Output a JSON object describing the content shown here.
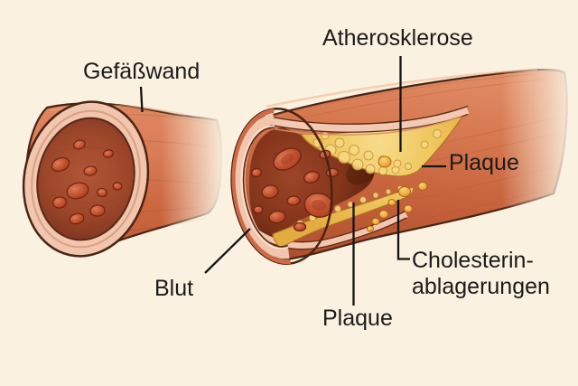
{
  "figure": "Atherosklerose-Illustration",
  "labels": {
    "gefaesswand": "Gefäßwand",
    "atherosklerose": "Atherosklerose",
    "plaque_right": "Plaque",
    "blut": "Blut",
    "plaque_bottom": "Plaque",
    "cholesterin_line1": "Cholesterin-",
    "cholesterin_line2": "ablagerungen"
  },
  "colors": {
    "background": "#FBF1E1",
    "vessel_outer": "#D2714C",
    "vessel_wall_rim": "#F1C5AE",
    "lumen_dark": "#7A3018",
    "blood_cell": "#C24E2C",
    "plaque_yellow": "#EFC255",
    "cholesterol_droplet": "#F0A73B",
    "outline": "#4A2413",
    "label_text": "#1B1B1B",
    "pointer_line": "#141414"
  }
}
